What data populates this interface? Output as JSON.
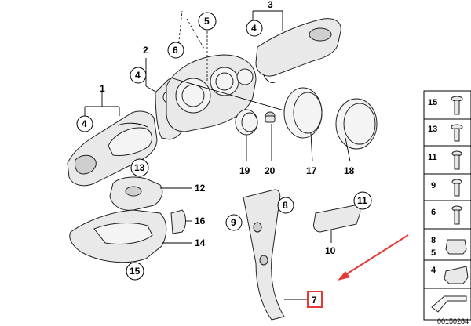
{
  "callouts": {
    "c1": "1",
    "c2": "2",
    "c3": "3",
    "c4a": "4",
    "c4b": "4",
    "c4c": "4",
    "c4d": "4",
    "c5": "5",
    "c6": "6",
    "c7": "7",
    "c8": "8",
    "c9": "9",
    "c10": "10",
    "c11": "11",
    "c12": "12",
    "c13": "13",
    "c14": "14",
    "c15": "15",
    "c16": "16",
    "c17": "17",
    "c18": "18",
    "c19": "19",
    "c20": "20"
  },
  "sidebar": {
    "items": [
      "15",
      "13",
      "11",
      "9",
      "6",
      "8",
      "5",
      "4"
    ]
  },
  "reference_number": "00150284",
  "colors": {
    "highlight": "#e53935",
    "line": "#000000",
    "part_fill": "#e9e9e9"
  }
}
